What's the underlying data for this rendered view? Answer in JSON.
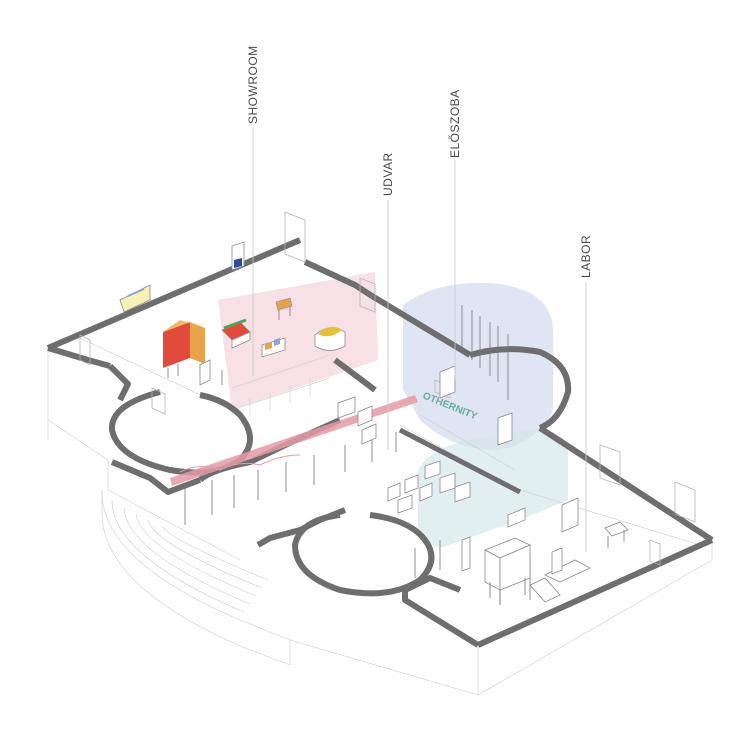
{
  "labels": {
    "showroom": "SHOWROOM",
    "udvar": "UDVAR",
    "eloszoba": "ELŐSZOBA",
    "labor": "LABOR",
    "brand": "OTHERNITY"
  },
  "colors": {
    "wall": "#6e6e6e",
    "showroom_zone": "#f1c9d3",
    "eloszoba_zone": "#c9d3ea",
    "labor_zone": "#d3e7ea",
    "brand_text": "#6aa9a4",
    "banner": "#e59aa6",
    "cabinet_red": "#e24a3c",
    "cabinet_wood": "#e9a24a",
    "bowl_yellow": "#e3c23a"
  }
}
